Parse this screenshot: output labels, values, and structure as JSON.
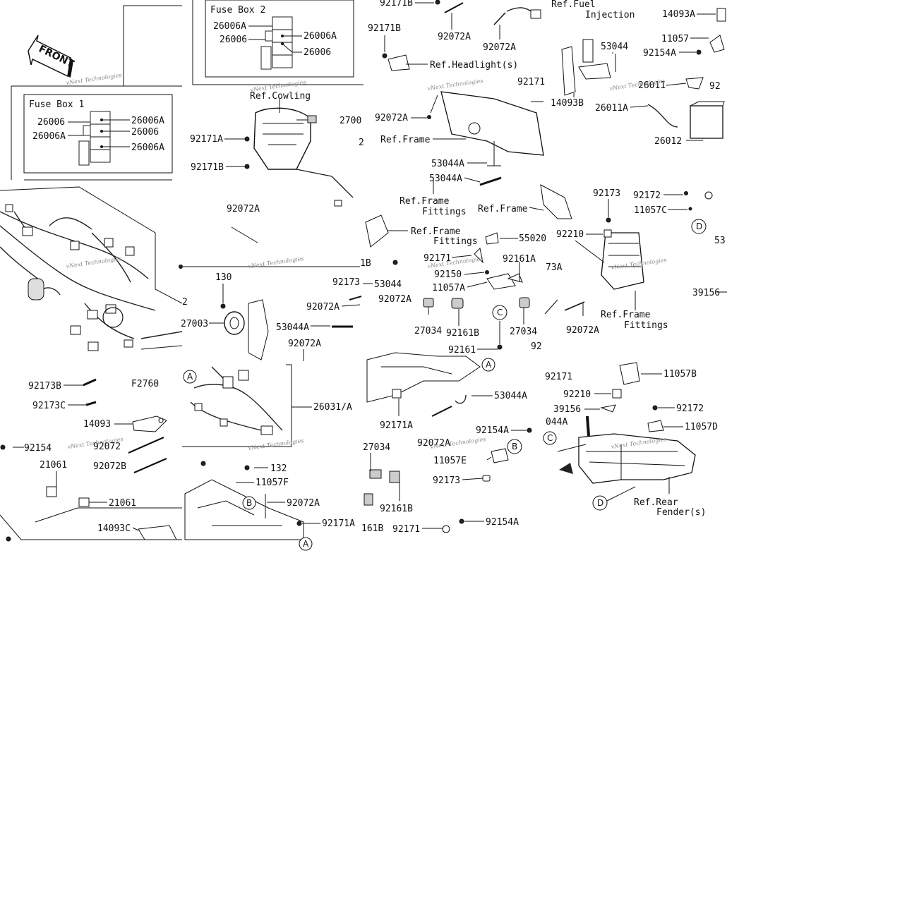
{
  "fuse_box_2": {
    "title": "Fuse Box 2",
    "labels": [
      "26006A",
      "26006",
      "26006A",
      "26006"
    ]
  },
  "fuse_box_1": {
    "title": "Fuse Box 1",
    "labels": [
      "26006",
      "26006A",
      "26006A",
      "26006",
      "26006A"
    ]
  },
  "front_label": "FRONT",
  "watermark": "vNext Technologies",
  "part_labels": [
    "92171B",
    "92072A",
    "92072A",
    "Ref.Fuel",
    "Injection",
    "14093A",
    "92171B",
    "Ref.Headlight(s)",
    "53044",
    "11057",
    "92154A",
    "14093B",
    "92171",
    "26011",
    "92",
    "26011A",
    "92072A",
    "Ref.Frame",
    "26012",
    "Ref.Cowling",
    "2700",
    "92171A",
    "92171B",
    "2",
    "53044A",
    "53044A",
    "Ref.Frame",
    "Fittings",
    "Ref.Frame",
    "92173",
    "92172",
    "11057C",
    "92210",
    "92072A",
    "Ref.Frame",
    "Fittings",
    "55020",
    "53",
    "1B",
    "92171",
    "92150",
    "92161A",
    "73A",
    "11057A",
    "39156",
    "130",
    "92173",
    "53044",
    "92072A",
    "92072A",
    "27003",
    "2",
    "53044A",
    "27034",
    "92161B",
    "27034",
    "92161",
    "92",
    "Ref.Frame",
    "Fittings",
    "92072A",
    "92072A",
    "92173B",
    "F2760",
    "92173C",
    "26031/A",
    "14093",
    "92171",
    "11057B",
    "92210",
    "39156",
    "92172",
    "044A",
    "11057D",
    "53044A",
    "92171A",
    "27034",
    "92154A",
    "92154",
    "92072",
    "92072B",
    "21061",
    "132",
    "92072A",
    "11057E",
    "92173",
    "21061",
    "11057F",
    "92161B",
    "92171",
    "Ref.Rear",
    "Fender(s)",
    "14093C",
    "92072A",
    "92171A",
    "161B",
    "92154A"
  ],
  "callouts": [
    "A",
    "B",
    "C",
    "D",
    "A",
    "A",
    "B",
    "B",
    "C",
    "C",
    "D",
    "D"
  ]
}
